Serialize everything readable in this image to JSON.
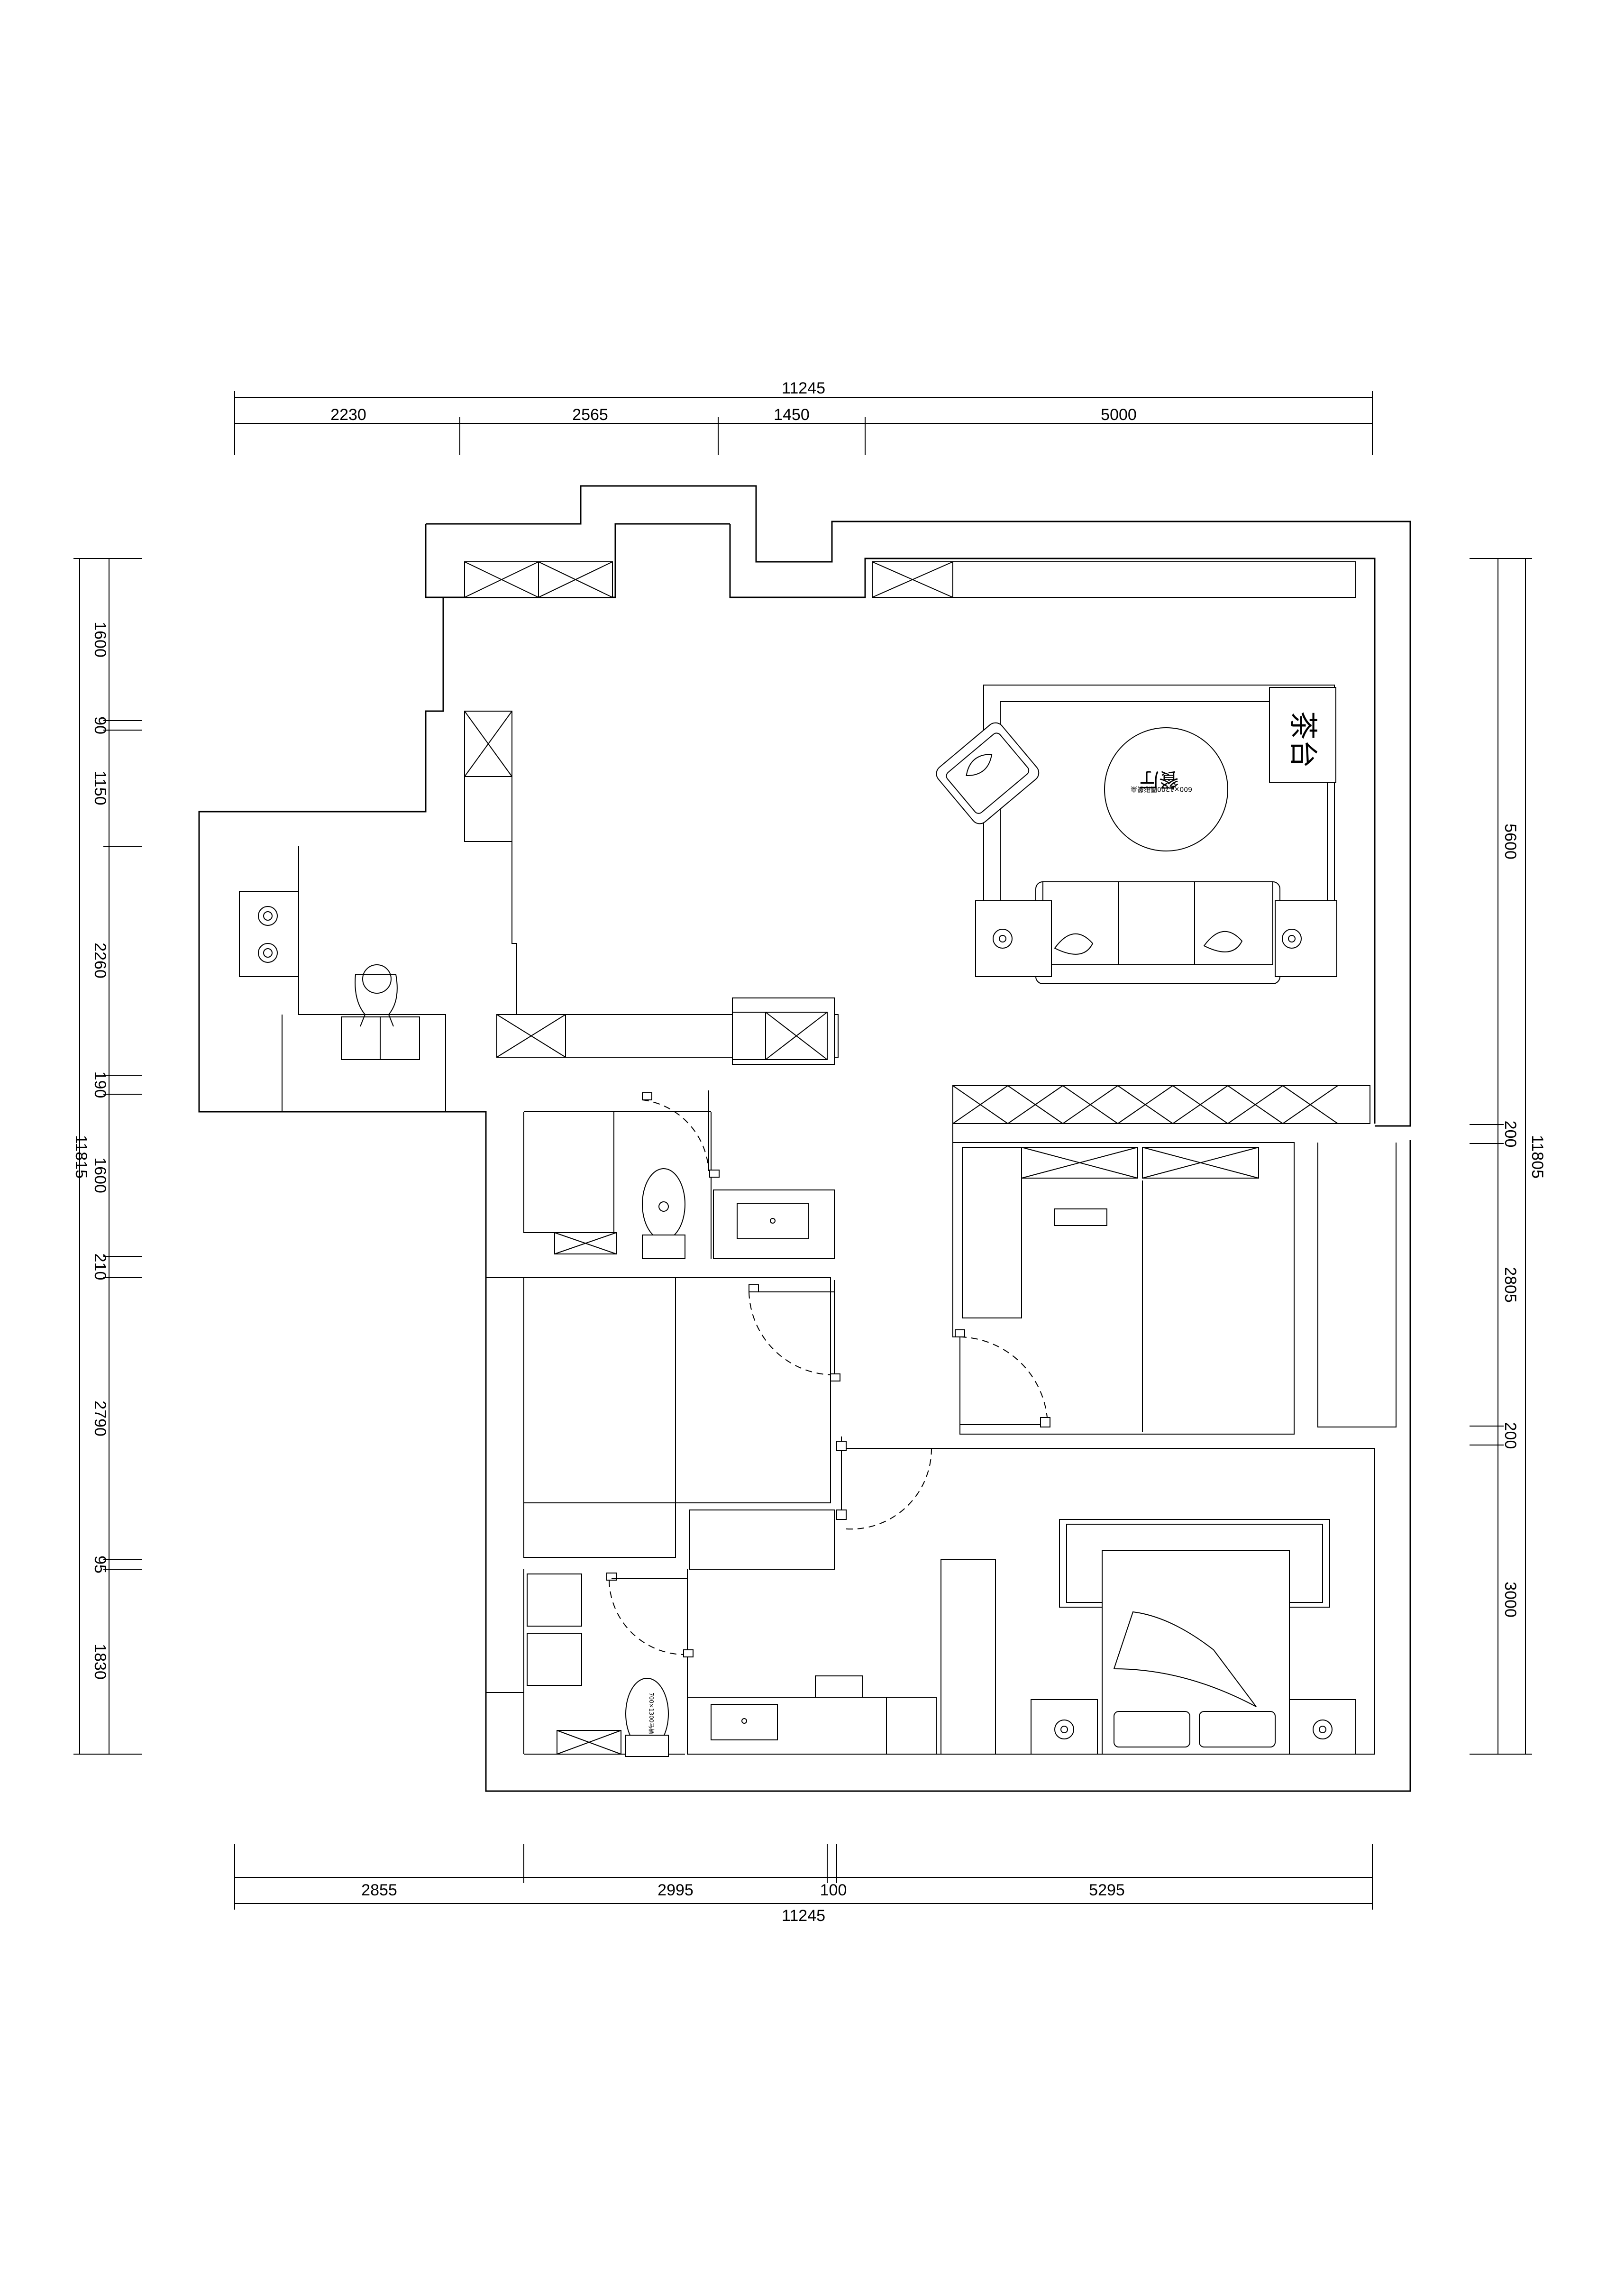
{
  "dimensions": {
    "top_total": "11245",
    "top_segments": [
      "2230",
      "2565",
      "1450",
      "5000"
    ],
    "bottom_total": "11245",
    "bottom_segments": [
      "2855",
      "2995",
      "100",
      "5295"
    ],
    "left_total": "11815",
    "left_segments": [
      "1600",
      "90",
      "1150",
      "2260",
      "190",
      "1600",
      "210",
      "2790",
      "95",
      "1830"
    ],
    "right_total": "11805",
    "right_segments": [
      "5600",
      "200",
      "2805",
      "200",
      "3000"
    ]
  },
  "labels": {
    "tea_table": "茶台",
    "round_table": "餐厅",
    "round_table_note": "600×1200圆形餐桌",
    "toilet_note": "700×1300马桶"
  },
  "colors": {
    "line": "#000000",
    "background": "#ffffff"
  }
}
